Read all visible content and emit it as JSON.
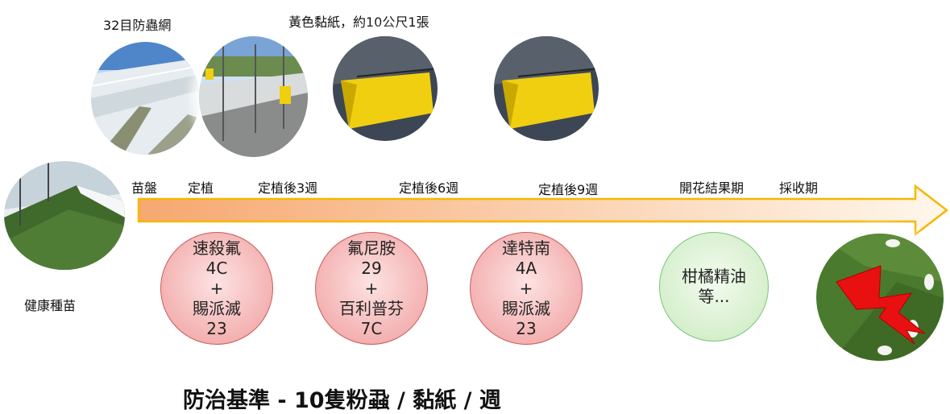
{
  "top_labels": {
    "net": "32目防蟲網",
    "sticky": "黃色黏紙，約10公尺1張"
  },
  "seedling_label": "健康種苗",
  "timeline": [
    "苗盤",
    "定植",
    "定植後3週",
    "定植後6週",
    "定植後9週",
    "開花結果期",
    "採收期"
  ],
  "treatments": [
    {
      "lines": [
        "速殺氟",
        "4C",
        "+",
        "賜派滅",
        "23"
      ]
    },
    {
      "lines": [
        "氟尼胺",
        "29",
        "+",
        "百利普芬",
        "7C"
      ]
    },
    {
      "lines": [
        "達特南",
        "4A",
        "+",
        "賜派滅",
        "23"
      ]
    }
  ],
  "organic": {
    "lines": [
      "柑橘精油",
      "等..."
    ]
  },
  "footer": "防治基準 - 10隻粉蝨 / 黏紙 / 週",
  "colors": {
    "arrow_start": "#f6a870",
    "arrow_end": "#fff7ec",
    "arrow_border": "#f5b800",
    "red_circle": "#f5b8b8",
    "green_circle": "#d8f0cf",
    "sticky_yellow": "#f0cf10",
    "lightning": "#e81010"
  }
}
